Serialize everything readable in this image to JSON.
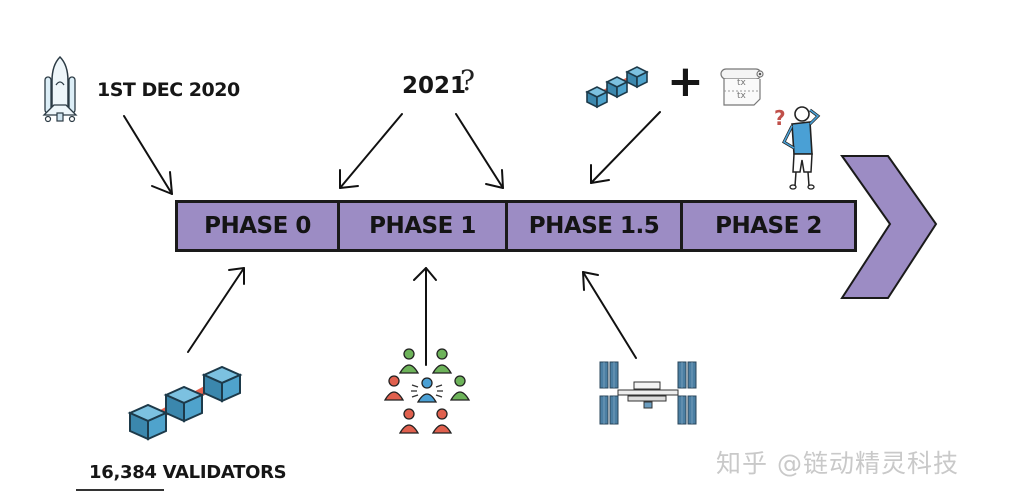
{
  "diagram": {
    "title": "Ethereum 2.0 roadmap phases",
    "colors": {
      "phase_fill": "#9c8cc4",
      "outline": "#1a1a1a",
      "cube_blue": "#4fa3cc",
      "link_red": "#e8644f",
      "people_green": "#6db35a",
      "people_red": "#e0604e",
      "people_blue": "#4aa0d5",
      "watermark": "#c9c9c9"
    },
    "phases": [
      {
        "label": "PHASE 0"
      },
      {
        "label": "PHASE 1"
      },
      {
        "label": "PHASE 1.5"
      },
      {
        "label": "PHASE 2"
      }
    ],
    "top_annotations": {
      "launch_date": "1ST DEC 2020",
      "year": "2021",
      "year_question_mark": "?",
      "plus_sign": "+",
      "tx_lines": [
        "tx",
        "tx"
      ],
      "person_question_mark": "?"
    },
    "bottom_annotations": {
      "validators": "16,384 VALIDATORS"
    },
    "icons": {
      "top_left": "rocket-shuttle-icon",
      "top_right_chain": "blockchain-icon",
      "top_right_scroll": "transaction-scroll-icon",
      "confused_person": "confused-person-icon",
      "bottom_left": "blockchain-validators-icon",
      "bottom_middle": "crowd-people-icon",
      "bottom_right": "space-station-icon",
      "direction_chevron": "chevron-right-icon"
    },
    "watermark": "知乎 @链动精灵科技"
  }
}
